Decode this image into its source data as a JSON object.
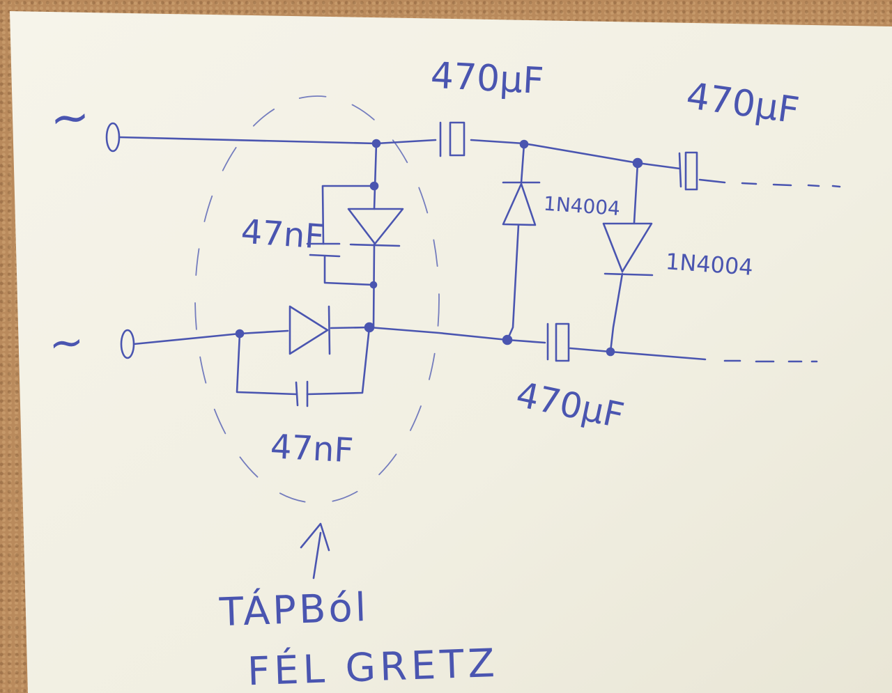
{
  "labels": {
    "ac_in_top": "~",
    "ac_in_bottom": "~",
    "cap_top_left": "470μF",
    "cap_top_right": "470μF",
    "cap_bottom": "470μF",
    "diode_middle": "1N4004",
    "diode_right": "1N4004",
    "snubber_cap_upper": "47nF",
    "snubber_cap_lower": "47nF",
    "note_line1": "TÁPBól",
    "note_line2": "FÉL GRETZ"
  },
  "colors": {
    "ink": "#4a55b0",
    "paper": "#f4f2e6",
    "table": "#b98a5c"
  }
}
